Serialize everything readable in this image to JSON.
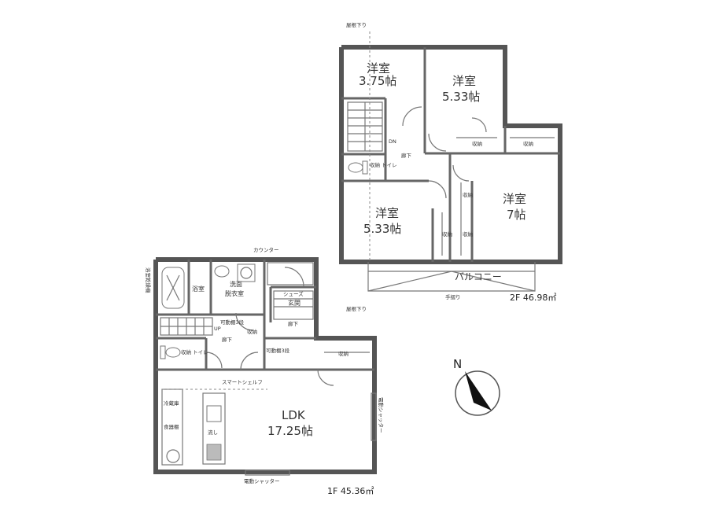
{
  "floor2": {
    "area_label": "2F 46.98㎡",
    "rooms": {
      "western_a": {
        "name": "洋室",
        "size": "3.75帖"
      },
      "western_b": {
        "name": "洋室",
        "size": "5.33帖"
      },
      "western_c": {
        "name": "洋室",
        "size": "5.33帖"
      },
      "western_d": {
        "name": "洋室",
        "size": "7帖"
      }
    },
    "labels": {
      "balcony": "バルコニー",
      "corridor": "廊下",
      "toilet": "収納 トイレ",
      "dn": "DN",
      "storage_1": "収納",
      "storage_2": "収納",
      "storage_3": "収納",
      "storage_4": "収納",
      "storage_5": "収納",
      "attic_top": "屋根下り",
      "attic_bottom": "屋根下り",
      "handrail": "手摺り"
    }
  },
  "floor1": {
    "area_label": "1F 45.36㎡",
    "rooms": {
      "ldk": {
        "name": "LDK",
        "size": "17.25帖"
      },
      "bath": {
        "name": "浴室"
      },
      "washroom": {
        "name": "洗面",
        "sub": "脱衣室"
      }
    },
    "labels": {
      "counter": "カウンター",
      "entrance": "玄関",
      "shoe_box": "シューズ",
      "corridor_a": "廊下",
      "corridor_b": "廊下",
      "up": "UP",
      "toilet": "収納 トイレ",
      "storage": "収納",
      "storage_small": "収納",
      "smart_shelf": "スマートシェルフ",
      "shutter_bottom": "電動シャッター",
      "shutter_right": "電動シャッター",
      "movable_shelf_a": "可動棚3段",
      "movable_shelf_b": "可動棚3段",
      "fridge": "冷蔵庫",
      "pantry": "食器棚",
      "kitchen": "流し",
      "dryer": "浴室乾燥機"
    }
  },
  "compass": {
    "label": "N"
  }
}
